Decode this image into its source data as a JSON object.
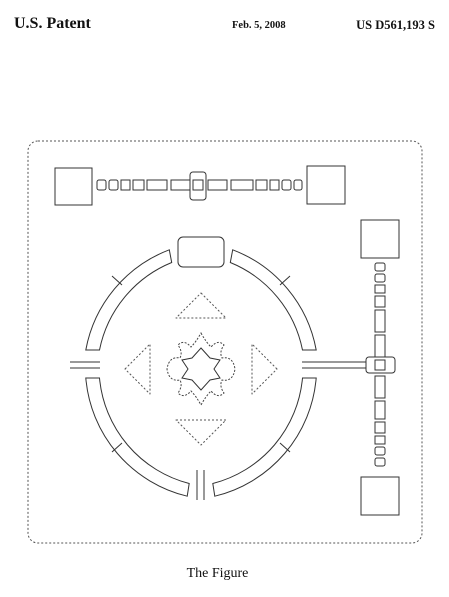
{
  "header": {
    "left": "U.S. Patent",
    "center": "Feb. 5, 2008",
    "right": "US D561,193 S"
  },
  "figure": {
    "caption": "The Figure"
  }
}
